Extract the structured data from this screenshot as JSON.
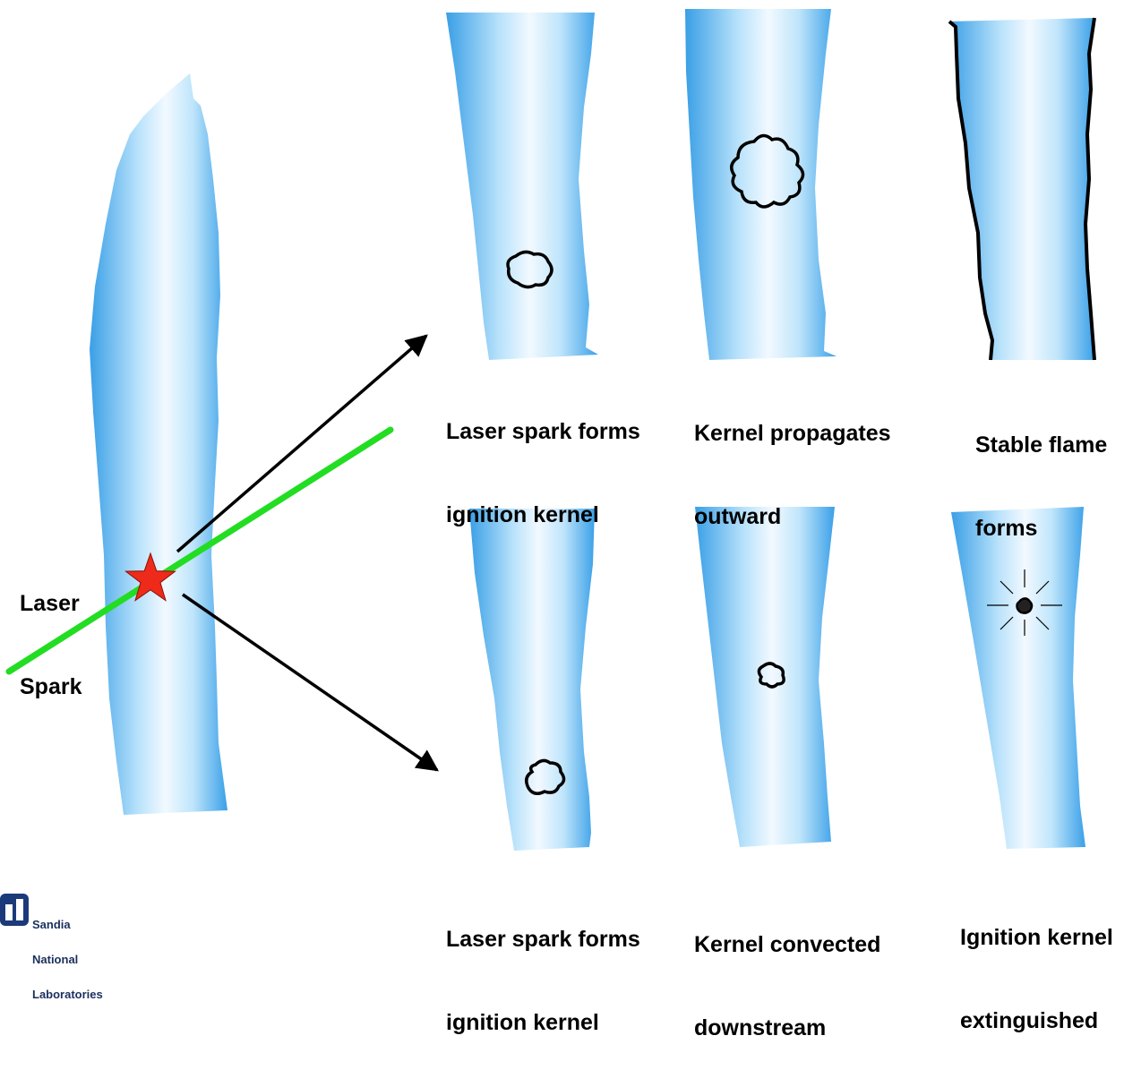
{
  "main_flame": {
    "label_line1": "Laser",
    "label_line2": "Spark"
  },
  "outcomes": {
    "top_row": [
      {
        "line1": "Laser spark forms",
        "line2": "ignition kernel"
      },
      {
        "line1": "Kernel propagates",
        "line2": "outward"
      },
      {
        "line1": "Stable flame",
        "line2": "forms"
      }
    ],
    "bottom_row": [
      {
        "line1": "Laser spark forms",
        "line2": "ignition kernel"
      },
      {
        "line1": "Kernel convected",
        "line2": "downstream"
      },
      {
        "line1": "Ignition kernel",
        "line2": "extinguished"
      }
    ]
  },
  "logo": {
    "line1": "Sandia",
    "line2": "National",
    "line3": "Laboratories"
  },
  "colors": {
    "flame_edge": "#3aa0e8",
    "flame_core": "#f2f9ff",
    "laser_beam": "#22dd22",
    "spark_star": "#ee2a1a",
    "kernel_outline": "#000000",
    "logo_blue": "#1b3a7a"
  }
}
